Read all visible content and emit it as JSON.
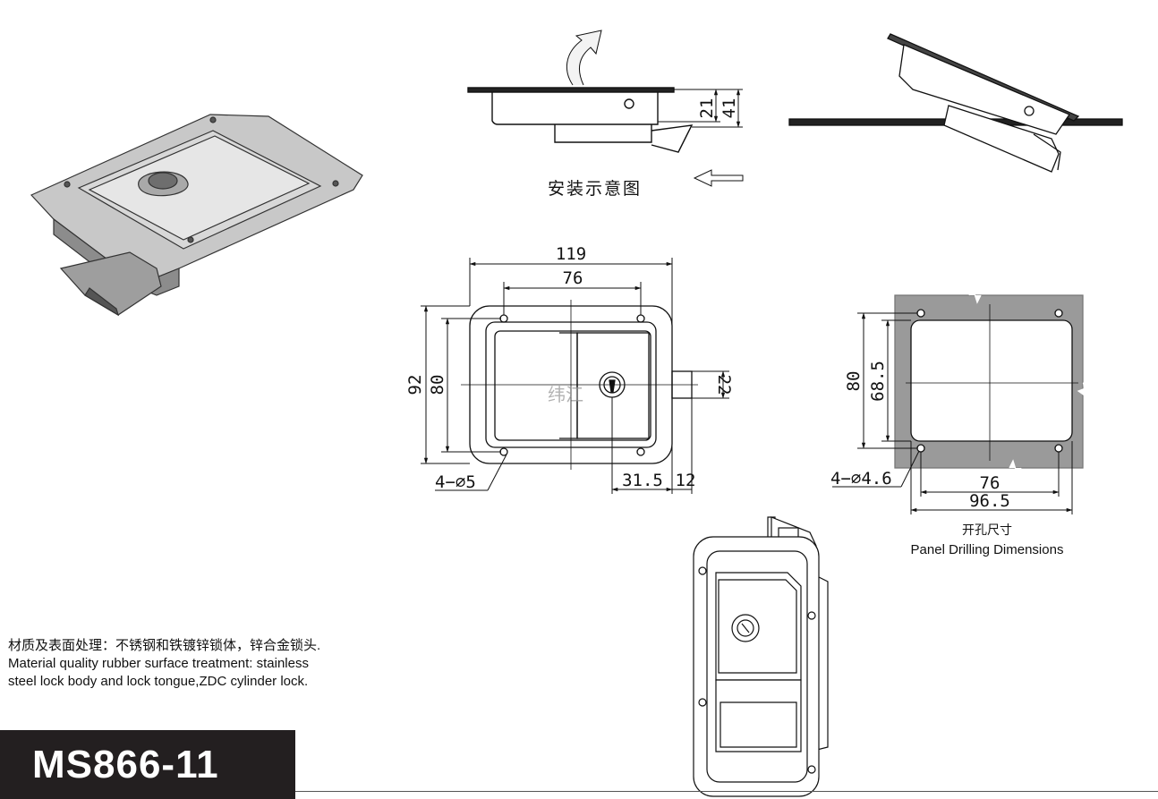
{
  "model": "MS866-11",
  "material": {
    "cn": "材质及表面处理：不锈钢和铁镀锌锁体，锌合金锁头.",
    "en_line1": "Material quality rubber surface treatment: stainless",
    "en_line2": "steel lock body and lock tongue,ZDC cylinder lock."
  },
  "install_caption": "安装示意图",
  "side_dims": {
    "d21": "21",
    "d41": "41"
  },
  "front_dims": {
    "width_overall": "119",
    "hole_spacing_x": "76",
    "height_overall": "92",
    "hole_spacing_y": "80",
    "tongue_height": "22",
    "hole_spec": "4−∅5",
    "tongue_offset": "31.5",
    "tongue_length": "12"
  },
  "watermark": "纬江",
  "panel": {
    "hole_spacing_y": "80",
    "cutout_height": "68.5",
    "hole_spec": "4−∅4.6",
    "hole_spacing_x": "76",
    "cutout_width": "96.5",
    "caption_cn": "开孔尺寸",
    "caption_en": "Panel Drilling Dimensions"
  }
}
